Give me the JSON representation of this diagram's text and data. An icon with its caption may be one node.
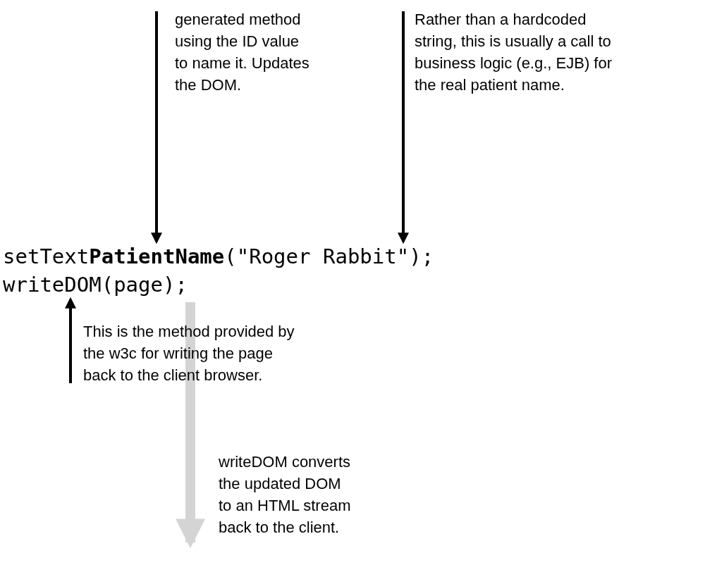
{
  "diagram": {
    "nodes": [
      {
        "text": [
          "generated method using the ID value to name it. Updates the DOM."
        ]
      },
      {
        "text": [
          "Rather than a hardcoded string, this is usually a call to business logic (e.g., EJB) for the real patient name."
        ]
      },
      {
        "text": [
          "setText**PatientName**(\"Roger Rabbit\");"
        ]
      },
      {
        "text": [
          "writeDOM(page);"
        ]
      },
      {
        "text": [
          "This is the method provided by the w3c for writing the page back to the client browser."
        ]
      },
      {
        "text": [
          "writeDOM converts the updated DOM to an HTML stream back to the client."
        ]
      }
    ],
    "edges": [
      {
        "from": 0,
        "to": 2,
        "arrow": "to"
      },
      {
        "from": 1,
        "to": 2,
        "arrow": "to"
      },
      {
        "from": 4,
        "to": 3,
        "arrow": "to"
      },
      {
        "from": 3,
        "to": 5,
        "arrow": "to",
        "style": "thick",
        "color": "#d4d4d4"
      }
    ]
  }
}
